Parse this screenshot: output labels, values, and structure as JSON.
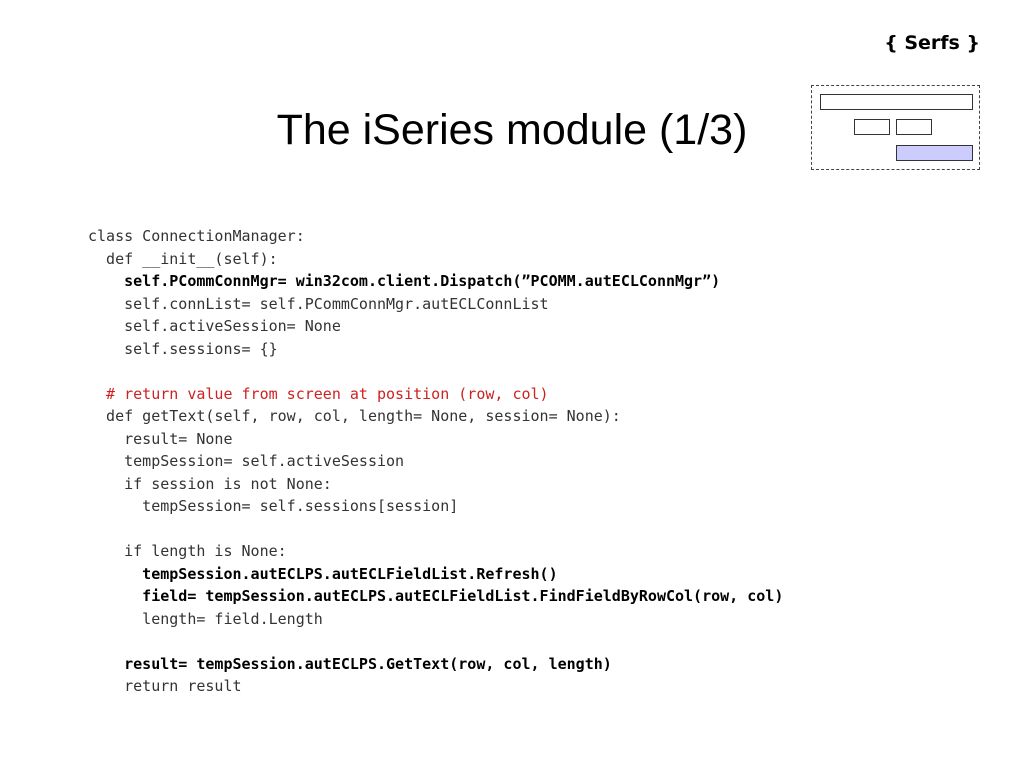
{
  "header": {
    "brand": "{ Serfs }",
    "title": "The iSeries module (1/3)"
  },
  "code_lines": [
    {
      "text": "class ConnectionManager:",
      "style": "normal"
    },
    {
      "text": "  def __init__(self):",
      "style": "normal"
    },
    {
      "text": "    self.PCommConnMgr= win32com.client.Dispatch(”PCOMM.autECLConnMgr”)",
      "style": "bold"
    },
    {
      "text": "    self.connList= self.PCommConnMgr.autECLConnList",
      "style": "normal"
    },
    {
      "text": "    self.activeSession= None",
      "style": "normal"
    },
    {
      "text": "    self.sessions= {}",
      "style": "normal"
    },
    {
      "text": "",
      "style": "normal"
    },
    {
      "text": "  # return value from screen at position (row, col)",
      "style": "comment"
    },
    {
      "text": "  def getText(self, row, col, length= None, session= None):",
      "style": "normal"
    },
    {
      "text": "    result= None",
      "style": "normal"
    },
    {
      "text": "    tempSession= self.activeSession",
      "style": "normal"
    },
    {
      "text": "    if session is not None:",
      "style": "normal"
    },
    {
      "text": "      tempSession= self.sessions[session]",
      "style": "normal"
    },
    {
      "text": "",
      "style": "normal"
    },
    {
      "text": "    if length is None:",
      "style": "normal"
    },
    {
      "text": "      tempSession.autECLPS.autECLFieldList.Refresh()",
      "style": "bold"
    },
    {
      "text": "      field= tempSession.autECLPS.autECLFieldList.FindFieldByRowCol(row, col)",
      "style": "bold"
    },
    {
      "text": "      length= field.Length",
      "style": "normal"
    },
    {
      "text": "",
      "style": "normal"
    },
    {
      "text": "    result= tempSession.autECLPS.GetText(row, col, length)",
      "style": "bold"
    },
    {
      "text": "    return result",
      "style": "normal"
    }
  ],
  "colors": {
    "comment": "#cc2222",
    "logo_fill": "#ccccff"
  }
}
